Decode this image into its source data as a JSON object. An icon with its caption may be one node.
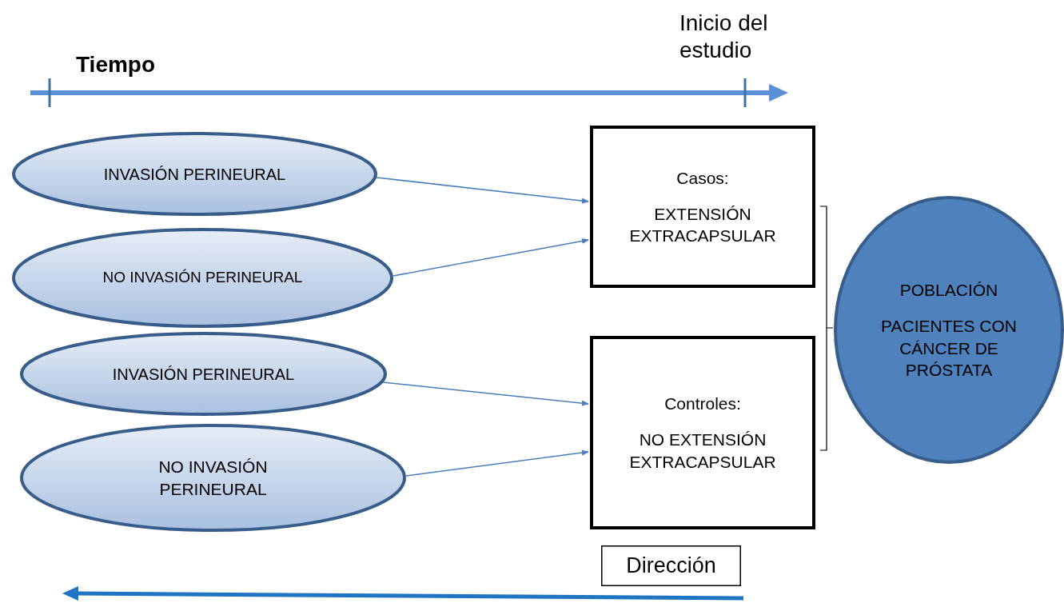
{
  "diagram": {
    "nodes": [
      {
        "text": [
          "INVASIÓN PERINEURAL"
        ]
      },
      {
        "text": [
          "NO INVASIÓN PERINEURAL"
        ]
      },
      {
        "text": [
          "INVASIÓN PERINEURAL"
        ]
      },
      {
        "text": [
          "NO INVASIÓN PERINEURAL"
        ]
      },
      {
        "text": [
          "Casos:",
          "EXTENSIÓN EXTRACAPSULAR"
        ]
      },
      {
        "text": [
          "Controles:",
          "NO EXTENSIÓN EXTRACAPSULAR"
        ]
      },
      {
        "text": [
          "POBLACIÓN",
          "PACIENTES CON CÁNCER DE PRÓSTATA"
        ]
      },
      {
        "text": [
          "Dirección"
        ]
      }
    ],
    "edges": [
      {
        "from": 0,
        "to": 4,
        "arrow": "to"
      },
      {
        "from": 1,
        "to": 4,
        "arrow": "to"
      },
      {
        "from": 2,
        "to": 5,
        "arrow": "to"
      },
      {
        "from": 3,
        "to": 5,
        "arrow": "to"
      }
    ],
    "labels": [
      "Tiempo",
      "Inicio del estudio"
    ]
  }
}
